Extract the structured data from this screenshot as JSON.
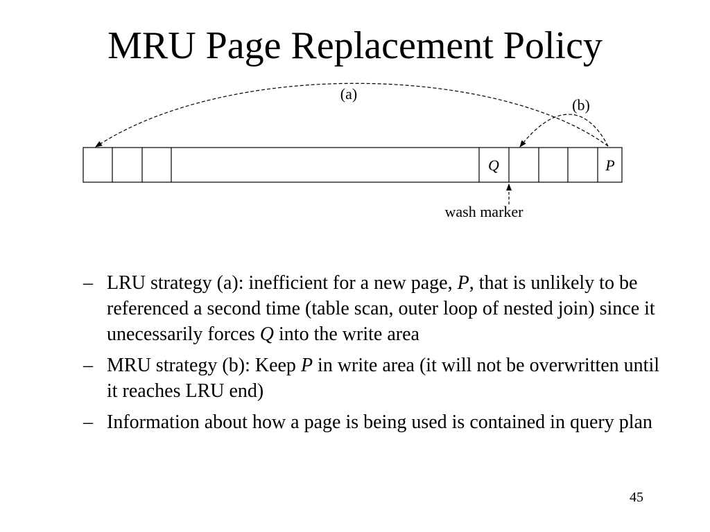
{
  "title": "MRU Page Replacement Policy",
  "diagram": {
    "arc_a_label": "(a)",
    "arc_b_label": "(b)",
    "slot_q_label": "Q",
    "slot_p_label": "P",
    "marker_label": "wash marker"
  },
  "bullets": [
    {
      "dash": "–",
      "parts": [
        "LRU strategy (a): inefficient for a new page, ",
        "P",
        ", that is unlikely to be referenced a second time (table scan, outer loop of nested join) since it unecessarily forces ",
        "Q",
        " into the write area"
      ]
    },
    {
      "dash": "–",
      "parts": [
        "MRU strategy (b): Keep ",
        "P",
        " in write area (it will not be overwritten until it reaches LRU end)"
      ]
    },
    {
      "dash": "–",
      "parts": [
        "Information about how a page is being used is contained in query plan"
      ]
    }
  ],
  "page_number": "45"
}
